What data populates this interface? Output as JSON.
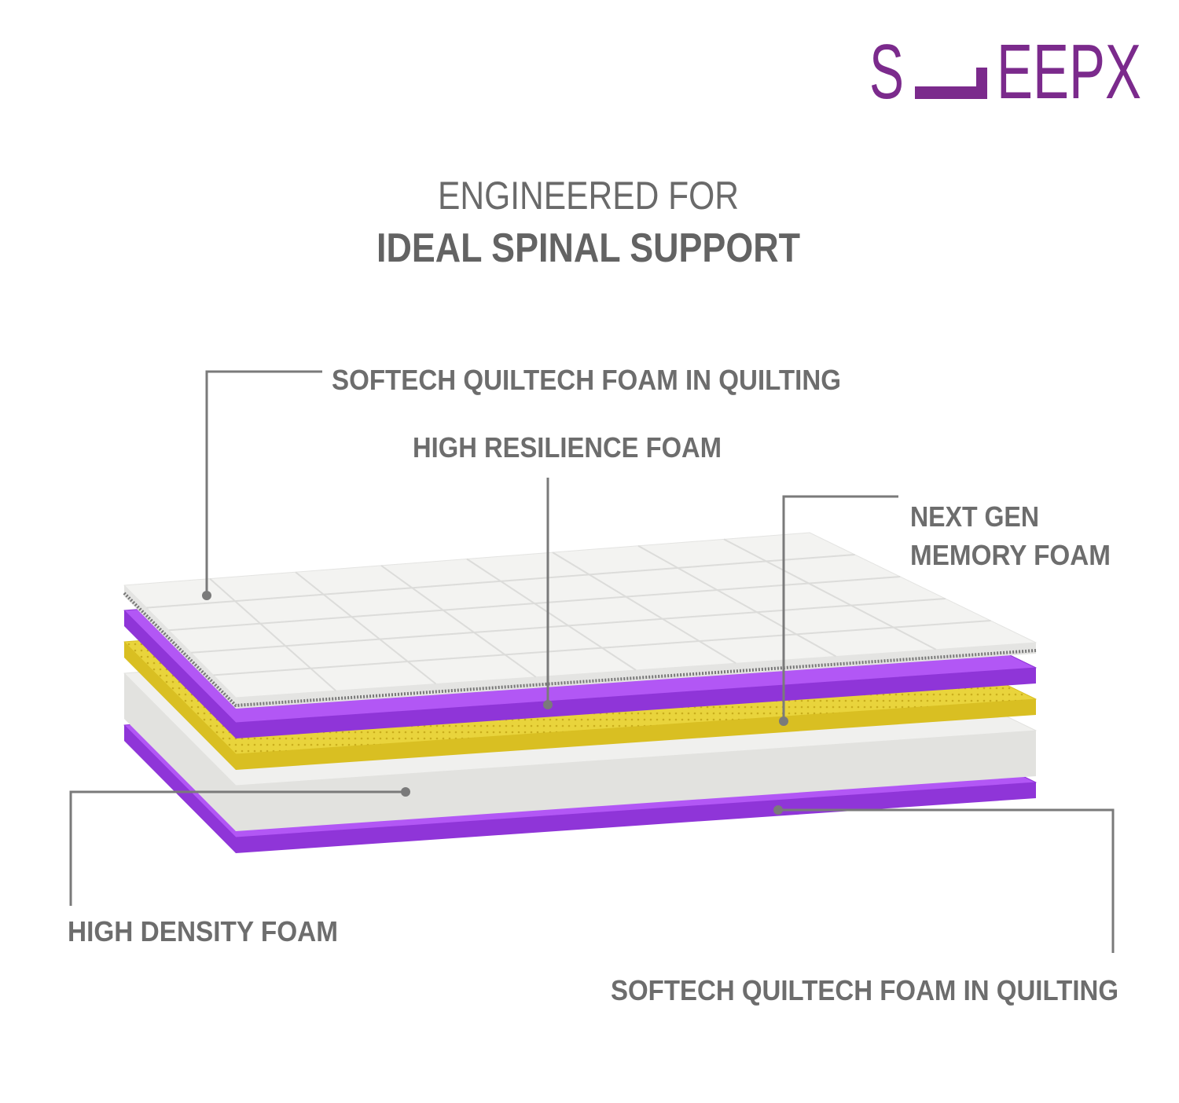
{
  "logo": {
    "text": "SLEEPX",
    "s": "S",
    "rest": "EEPX",
    "color": "#7b2a8c"
  },
  "headline": {
    "line1": "ENGINEERED FOR",
    "line2": "IDEAL SPINAL SUPPORT"
  },
  "callouts": {
    "top_quilting": "SOFTECH QUILTECH FOAM IN QUILTING",
    "high_resilience": "HIGH RESILIENCE FOAM",
    "memory_line1": "NEXT GEN",
    "memory_line2": "MEMORY FOAM",
    "high_density": "HIGH DENSITY FOAM",
    "bottom_quilting": "SOFTECH QUILTECH FOAM IN QUILTING"
  },
  "layers": [
    {
      "name": "bottom-quilting-layer",
      "top": "#b257f5",
      "side": "#8f35d8"
    },
    {
      "name": "high-density-foam-layer",
      "top": "#f0f0ee",
      "side": "#e2e2df"
    },
    {
      "name": "memory-foam-layer",
      "top": "#e9d43c",
      "side": "#d9bf22"
    },
    {
      "name": "high-resilience-foam-layer",
      "top": "#b257f5",
      "side": "#8f35d8"
    },
    {
      "name": "top-quilting-layer",
      "top": "#f3f3f1",
      "side": "#e4e4e2"
    }
  ]
}
